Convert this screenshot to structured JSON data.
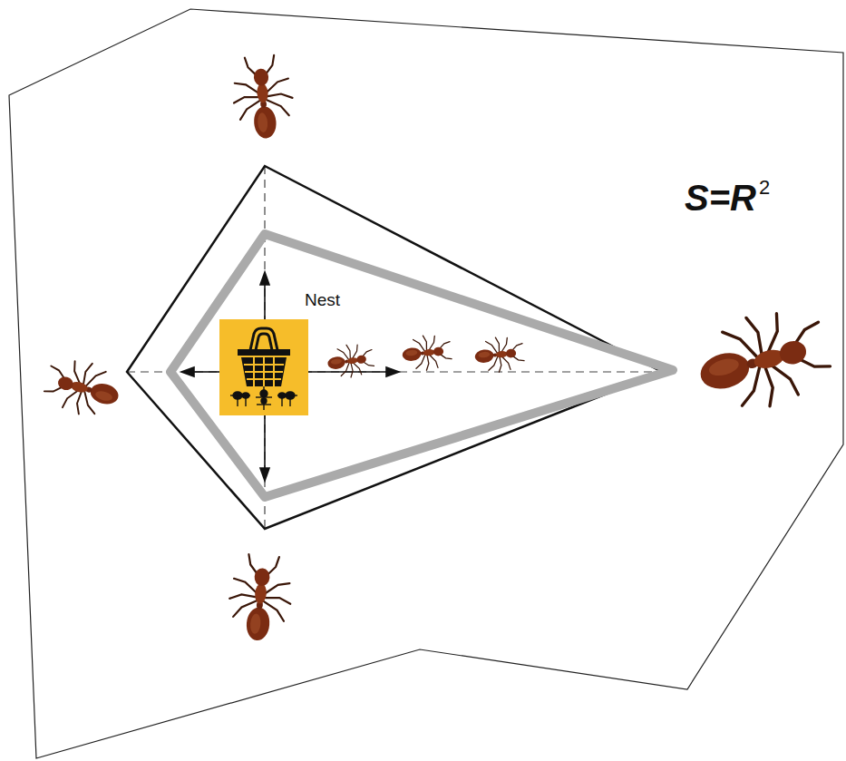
{
  "diagram": {
    "nodes": [
      {
        "text": [
          "Nest"
        ]
      }
    ],
    "labels": [
      "S=R",
      "2"
    ]
  }
}
